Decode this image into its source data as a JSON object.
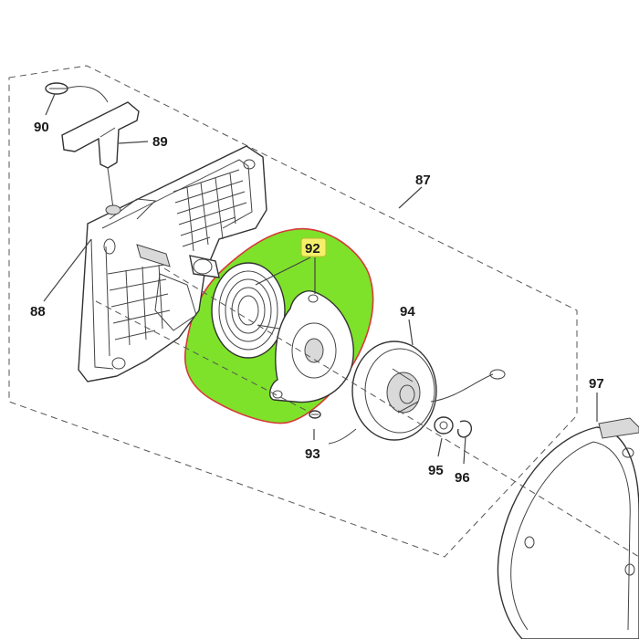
{
  "diagram": {
    "callouts": [
      {
        "id": "c90",
        "text": "90"
      },
      {
        "id": "c89",
        "text": "89"
      },
      {
        "id": "c88",
        "text": "88"
      },
      {
        "id": "c87",
        "text": "87"
      },
      {
        "id": "c92",
        "text": "92"
      },
      {
        "id": "c93",
        "text": "93"
      },
      {
        "id": "c94",
        "text": "94"
      },
      {
        "id": "c95",
        "text": "95"
      },
      {
        "id": "c96",
        "text": "96"
      },
      {
        "id": "c97",
        "text": "97"
      }
    ],
    "highlight": {
      "part": "92",
      "fill": "#7ee22a",
      "outline": "#d63a3a",
      "label_bg": "#f4f06a"
    }
  }
}
